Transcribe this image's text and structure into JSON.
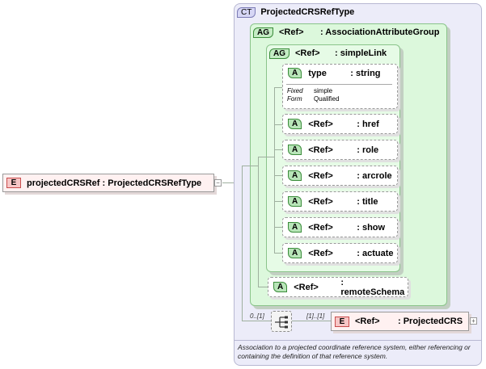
{
  "complex_type": {
    "badge": "CT",
    "name": "ProjectedCRSRefType"
  },
  "assoc_group": {
    "badge": "AG",
    "ref": "<Ref>",
    "name": ": AssociationAttributeGroup"
  },
  "simple_link": {
    "badge": "AG",
    "ref": "<Ref>",
    "name": ": simpleLink"
  },
  "type_attr": {
    "badge": "A",
    "name": "type",
    "type": ": string",
    "fixed_label": "Fixed",
    "fixed_value": "simple",
    "form_label": "Form",
    "form_value": "Qualified"
  },
  "attributes": [
    {
      "badge": "A",
      "ref": "<Ref>",
      "name": ": href"
    },
    {
      "badge": "A",
      "ref": "<Ref>",
      "name": ": role"
    },
    {
      "badge": "A",
      "ref": "<Ref>",
      "name": ": arcrole"
    },
    {
      "badge": "A",
      "ref": "<Ref>",
      "name": ": title"
    },
    {
      "badge": "A",
      "ref": "<Ref>",
      "name": ": show"
    },
    {
      "badge": "A",
      "ref": "<Ref>",
      "name": ": actuate"
    }
  ],
  "remote_schema": {
    "badge": "A",
    "ref": "<Ref>",
    "name": ": remoteSchema"
  },
  "root_element": {
    "badge": "E",
    "name": "projectedCRSRef : ProjectedCRSRefType"
  },
  "child_element": {
    "badge": "E",
    "ref": "<Ref>",
    "name": ": ProjectedCRS"
  },
  "sequence_cardinality": "0..[1]",
  "child_cardinality": "[1]..[1]",
  "documentation": "Association to a projected coordinate reference system, either referencing or containing the definition of that reference system."
}
